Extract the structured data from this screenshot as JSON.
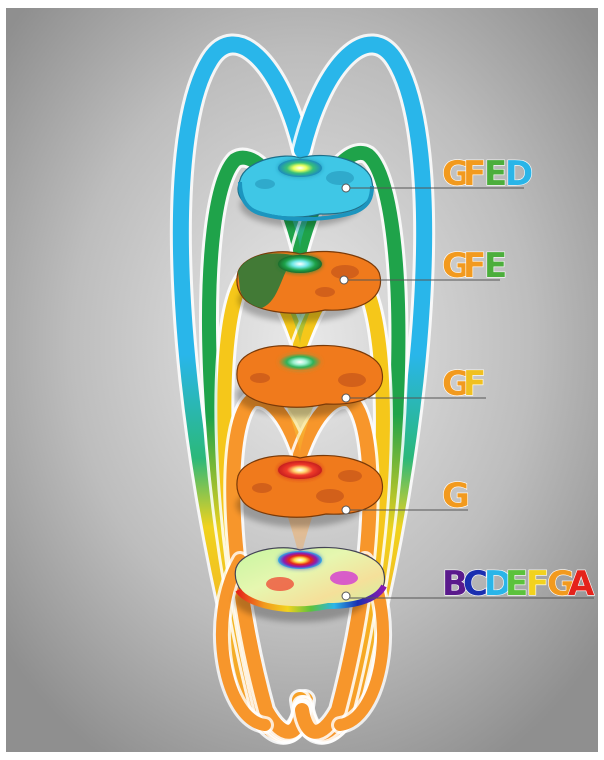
{
  "labels": [
    {
      "text": "GFED",
      "letters": [
        {
          "ch": "G",
          "color": "#f29a1e"
        },
        {
          "ch": "F",
          "color": "#f29a1e"
        },
        {
          "ch": "E",
          "color": "#4cae3c"
        },
        {
          "ch": "D",
          "color": "#2ab5e8"
        }
      ]
    },
    {
      "text": "GFE",
      "letters": [
        {
          "ch": "G",
          "color": "#f29a1e"
        },
        {
          "ch": "F",
          "color": "#f29a1e"
        },
        {
          "ch": "E",
          "color": "#4cae3c"
        }
      ]
    },
    {
      "text": "GF",
      "letters": [
        {
          "ch": "G",
          "color": "#f29a1e"
        },
        {
          "ch": "F",
          "color": "#f0c020"
        }
      ]
    },
    {
      "text": "G",
      "letters": [
        {
          "ch": "G",
          "color": "#f29a1e"
        }
      ]
    },
    {
      "text": "BCDEFGA",
      "letters": [
        {
          "ch": "B",
          "color": "#5a1a8c"
        },
        {
          "ch": "C",
          "color": "#1a2fb0"
        },
        {
          "ch": "D",
          "color": "#2ab5e8"
        },
        {
          "ch": "E",
          "color": "#5cc23c"
        },
        {
          "ch": "F",
          "color": "#f2d21e"
        },
        {
          "ch": "G",
          "color": "#f29a1e"
        },
        {
          "ch": "A",
          "color": "#e5231b"
        }
      ]
    }
  ],
  "colors": {
    "loop_blue": "#29b6ea",
    "loop_green": "#1fa34a",
    "loop_yellow": "#f5c71a",
    "loop_orange": "#f7962b",
    "cell_cyan": "#3fc7e6",
    "cell_dark_green": "#2f7a3a",
    "cell_orange": "#f07a1c",
    "cell_multicolor": "#c7f5a0"
  }
}
